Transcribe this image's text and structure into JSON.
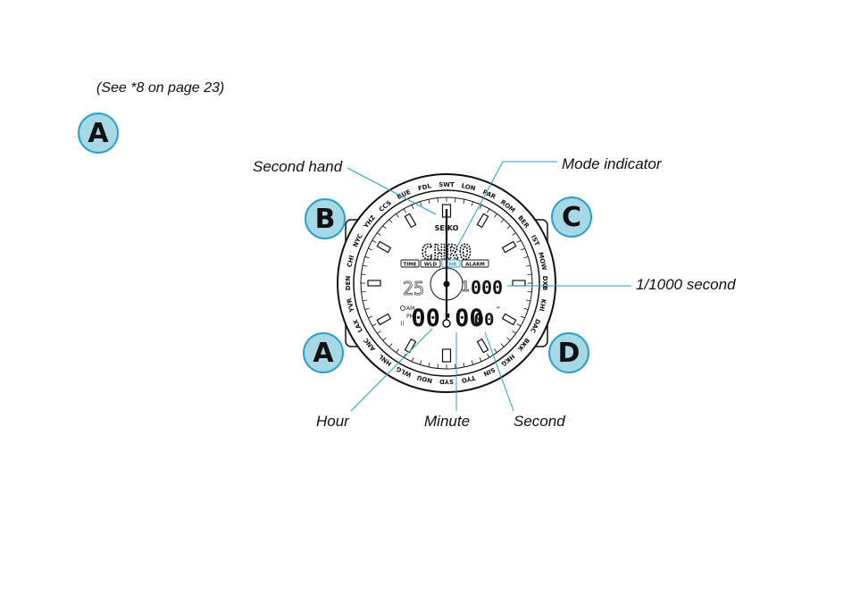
{
  "note": "(See *8 on page 23)",
  "buttons": {
    "top_left": "A",
    "b": "B",
    "c": "C",
    "a": "A",
    "d": "D"
  },
  "labels": {
    "second_hand": "Second hand",
    "mode_indicator": "Mode indicator",
    "millisecond": "1/1000 second",
    "hour": "Hour",
    "minute": "Minute",
    "second": "Second"
  },
  "watch": {
    "brand": "SEIKO",
    "mode_text": "CHRO",
    "modes": [
      "TIME",
      "WLD",
      "CHR",
      "ALARM"
    ],
    "active_mode": "CHR",
    "left_display": "25",
    "right_small": "1",
    "millis": "000",
    "time_main": "00:00",
    "time_seconds": "00",
    "am": "AM",
    "pm": "PM",
    "cities": [
      "SWT",
      "LON",
      "PAR",
      "ROM",
      "BER",
      "IST",
      "MOW",
      "DXB",
      "KHI",
      "DAC",
      "BKK",
      "HKG",
      "SIN",
      "TYO",
      "SYD",
      "NOU",
      "WLG",
      "HNL",
      "ANC",
      "LAX",
      "YVR",
      "DEN",
      "CHI",
      "NYC",
      "YHZ",
      "CCS",
      "BUE",
      "FDL"
    ]
  },
  "colors": {
    "badge_fill": "#a7d8e6",
    "badge_border": "#2aa0c4",
    "leader": "#2aa0c4"
  }
}
